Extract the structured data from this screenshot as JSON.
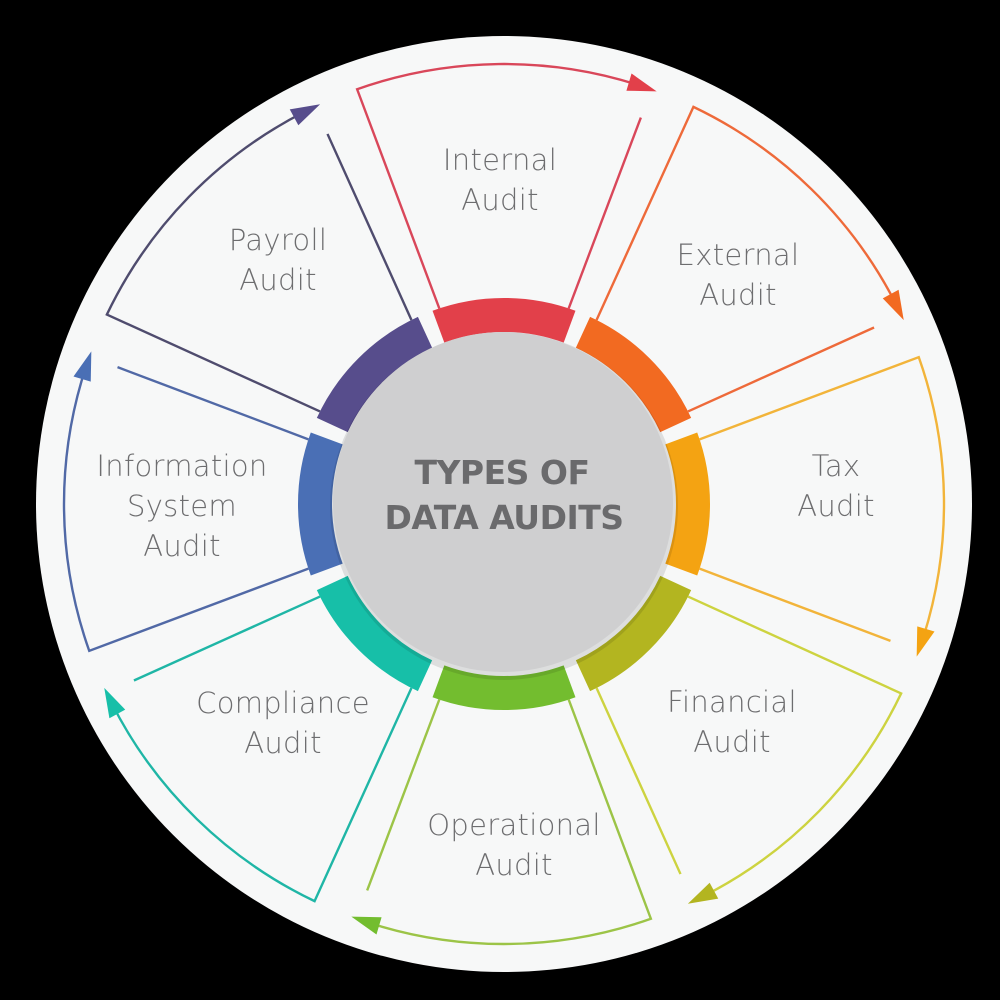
{
  "diagram": {
    "center": {
      "title_line1": "TYPES OF",
      "title_line2": "DATA AUDITS",
      "fill": "#cfcfd0"
    },
    "segments": [
      {
        "id": "internal",
        "line1": "Internal",
        "line2": "Audit",
        "line3": "",
        "color": "#e2404a",
        "outline": "#d9475a"
      },
      {
        "id": "external",
        "line1": "External",
        "line2": "Audit",
        "line3": "",
        "color": "#f26a21",
        "outline": "#ee6a3a"
      },
      {
        "id": "tax",
        "line1": "Tax",
        "line2": "Audit",
        "line3": "",
        "color": "#f4a312",
        "outline": "#f2b43a"
      },
      {
        "id": "financial",
        "line1": "Financial",
        "line2": "Audit",
        "line3": "",
        "color": "#b3b520",
        "outline": "#cdd340"
      },
      {
        "id": "operational",
        "line1": "Operational",
        "line2": "Audit",
        "line3": "",
        "color": "#73bd2f",
        "outline": "#9cc447"
      },
      {
        "id": "compliance",
        "line1": "Compliance",
        "line2": "Audit",
        "line3": "",
        "color": "#17bfa8",
        "outline": "#1fb6a6"
      },
      {
        "id": "information-system",
        "line1": "Information",
        "line2": "System",
        "line3": "Audit",
        "color": "#4a6fb5",
        "outline": "#5169a6"
      },
      {
        "id": "payroll",
        "line1": "Payroll",
        "line2": "Audit",
        "line3": "",
        "color": "#574d8c",
        "outline": "#4f4c6e"
      }
    ]
  }
}
